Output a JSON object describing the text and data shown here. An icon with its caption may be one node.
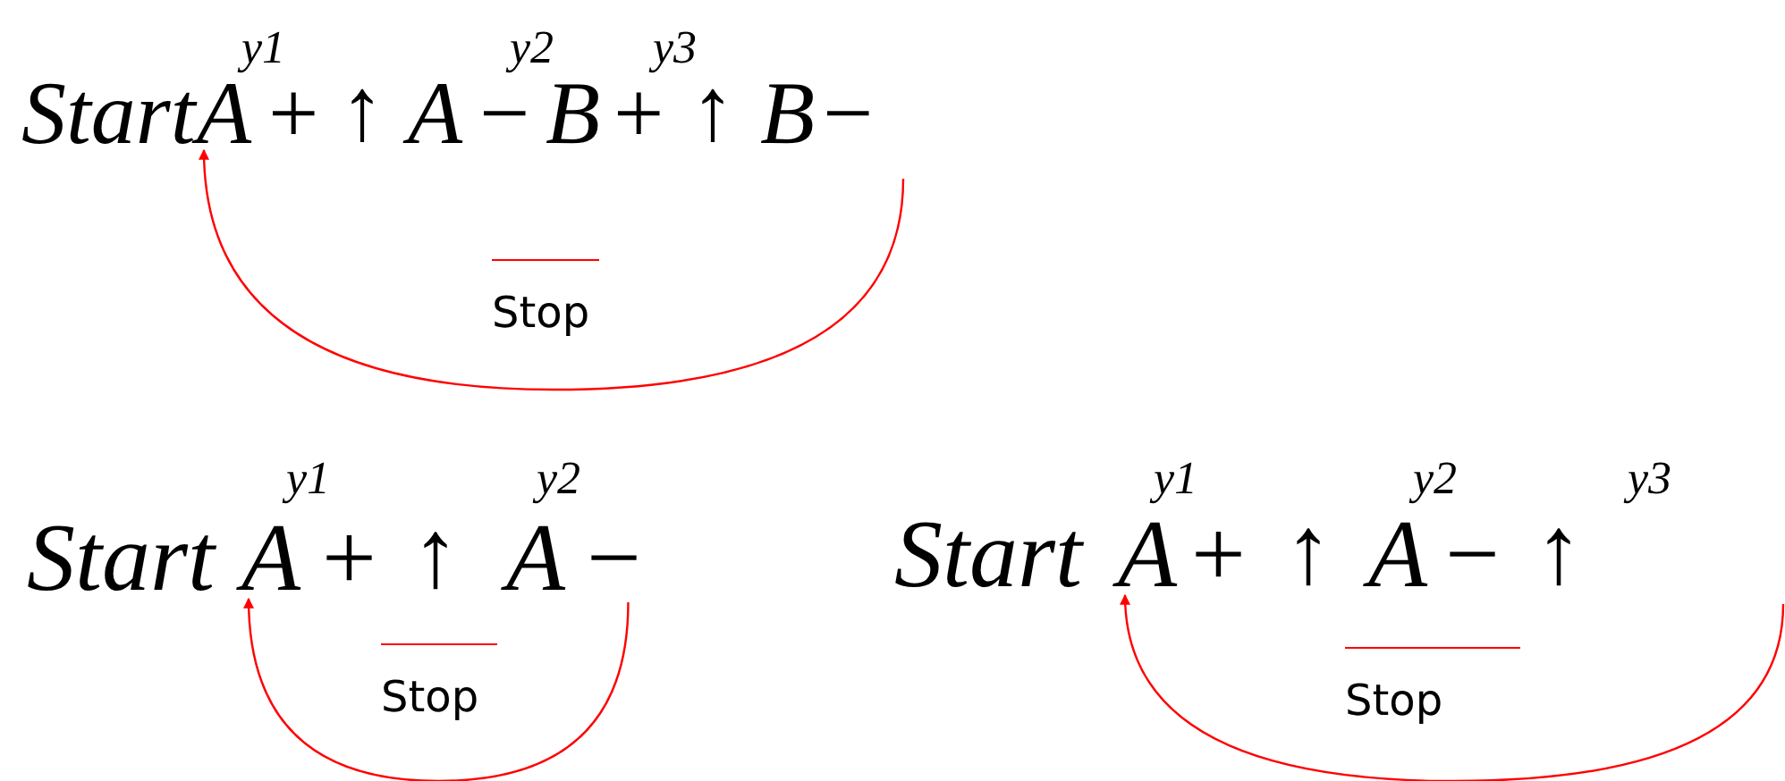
{
  "diagram": {
    "nodes": [
      {
        "text": [
          "Start"
        ]
      },
      {
        "text": [
          "A"
        ]
      },
      {
        "text": [
          "+"
        ]
      },
      {
        "text": [
          "↑"
        ]
      },
      {
        "text": [
          "A"
        ]
      },
      {
        "text": [
          "−"
        ]
      },
      {
        "text": [
          "B"
        ]
      },
      {
        "text": [
          "+"
        ]
      },
      {
        "text": [
          "↑"
        ]
      },
      {
        "text": [
          "B"
        ]
      },
      {
        "text": [
          "−"
        ]
      },
      {
        "text": [
          "Start"
        ]
      },
      {
        "text": [
          "A"
        ]
      },
      {
        "text": [
          "+"
        ]
      },
      {
        "text": [
          "↑"
        ]
      },
      {
        "text": [
          "A"
        ]
      },
      {
        "text": [
          "−"
        ]
      },
      {
        "text": [
          "Start"
        ]
      },
      {
        "text": [
          "A"
        ]
      },
      {
        "text": [
          "+"
        ]
      },
      {
        "text": [
          "↑"
        ]
      },
      {
        "text": [
          "A"
        ]
      },
      {
        "text": [
          "−"
        ]
      },
      {
        "text": [
          "↑"
        ]
      }
    ],
    "edges": [
      {
        "from": 10,
        "to": 1,
        "arrow": "to",
        "label": "Stop"
      },
      {
        "from": 16,
        "to": 12,
        "arrow": "to",
        "label": "Stop"
      },
      {
        "from": null,
        "to": 18,
        "arrow": "to",
        "label": "Stop"
      }
    ],
    "labels": [
      "y1",
      "y2",
      "y3",
      "y1",
      "y2",
      "y1",
      "y2",
      "y3"
    ]
  }
}
